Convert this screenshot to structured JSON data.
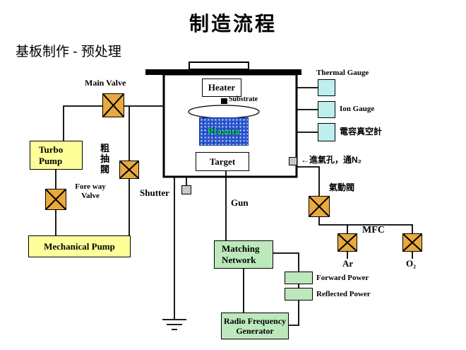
{
  "title": "制造流程",
  "subtitle": "基板制作 - 预处理",
  "chamber": {
    "heater_label": "Heater",
    "substrate_label": "Substrate",
    "plasma_label": "Plasma",
    "target_label": "Target"
  },
  "left_side": {
    "main_valve_label": "Main Valve",
    "turbo_pump_label": "Turbo\nPump",
    "rough_valve_label": "粗抽閥",
    "fore_way_valve_label": "Fore way\nValve",
    "mechanical_pump_label": "Mechanical Pump",
    "shutter_label": "Shutter"
  },
  "right_side": {
    "thermal_gauge_label": "Thermal Gauge",
    "ion_gauge_label": "Ion Gauge",
    "capacitance_gauge_label": "電容真空計",
    "gas_inlet_label": "←進氣孔，通N₂",
    "pneumatic_valve_label": "氣動閥",
    "mfc_label": "MFC",
    "argon_label": "Ar",
    "oxygen_label": "O₂"
  },
  "bottom": {
    "gun_label": "Gun",
    "matching_network_label": "Matching\nNetwork",
    "forward_power_label": "Forward Power",
    "reflected_power_label": "Reflected Power",
    "rf_generator_label": "Radio Frequency\nGenerator"
  },
  "colors": {
    "pump_fill": "#FFFF99",
    "gauge_fill": "#BDEFEF",
    "green_fill": "#BCE8BC",
    "valve_fill": "#E8A93F",
    "plasma_fill": "#2B55D0",
    "plasma_text": "#00E050"
  }
}
